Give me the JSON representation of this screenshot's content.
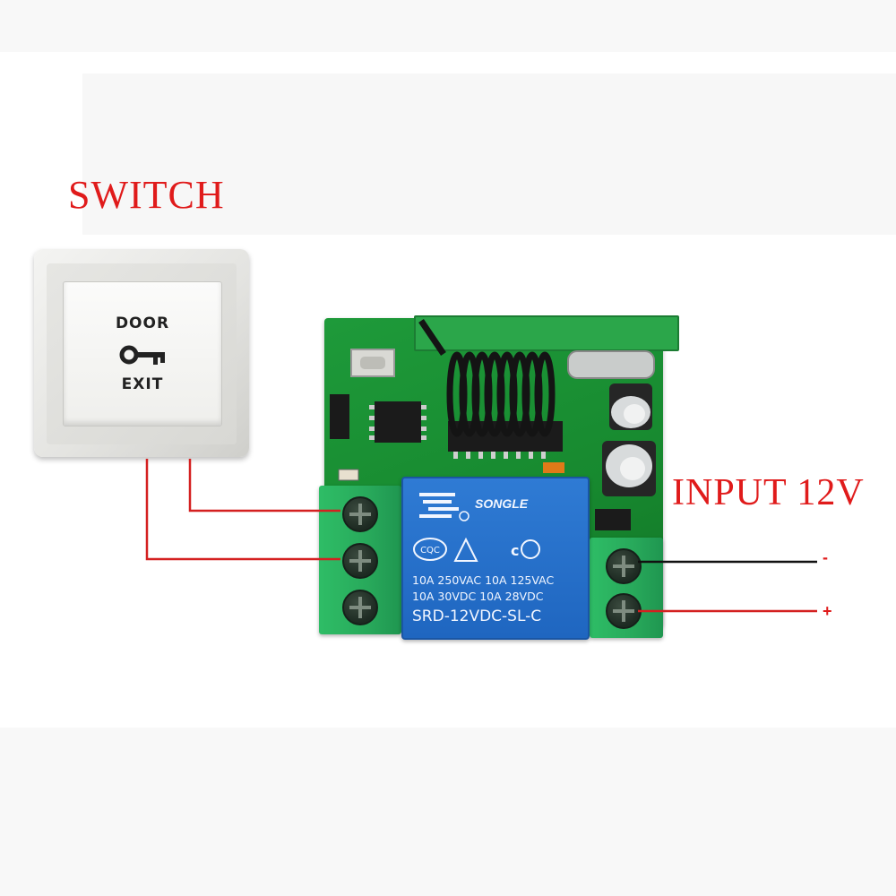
{
  "labels": {
    "switch": "SWITCH",
    "input": "INPUT 12V",
    "minus": "-",
    "plus": "+"
  },
  "door_switch": {
    "top_text": "DOOR",
    "bottom_text": "EXIT"
  },
  "relay": {
    "brand": "SONGLE",
    "cert_mark": "CQC",
    "rating_line_1": "10A 250VAC  10A 125VAC",
    "rating_line_2": "10A   30VDC  10A  28VDC",
    "model": "SRD-12VDC-SL-C"
  },
  "colors": {
    "label": "#e01b1b",
    "wire_red": "#d42020",
    "wire_black": "#111111",
    "pcb_green": "#1a8f33",
    "relay_blue": "#2a73cc",
    "terminal_green": "#2ab863"
  },
  "icons": {
    "key": "key-icon",
    "antenna": "coil-antenna-icon",
    "capacitor": "capacitor-icon",
    "screw": "screw-terminal-icon"
  }
}
